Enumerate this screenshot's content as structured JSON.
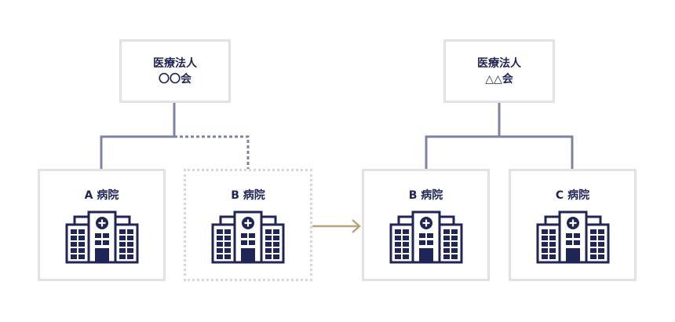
{
  "colors": {
    "connector": "#7f83a3",
    "arrow": "#b9a77a",
    "box_border": "#e2e2e4",
    "text": "#1f2556",
    "icon": "#1f2556"
  },
  "before": {
    "corporation": {
      "line1": "医療法人",
      "line2": "〇〇会"
    },
    "hospitals": [
      {
        "label": "A 病院",
        "icon": "hospital-building-icon"
      },
      {
        "label": "B 病院",
        "icon": "hospital-building-icon"
      }
    ]
  },
  "after": {
    "corporation": {
      "line1": "医療法人",
      "line2": "△△会"
    },
    "hospitals": [
      {
        "label": "B 病院",
        "icon": "hospital-building-icon"
      },
      {
        "label": "C 病院",
        "icon": "hospital-building-icon"
      }
    ]
  },
  "transfer_arrow": "arrow-right-icon"
}
